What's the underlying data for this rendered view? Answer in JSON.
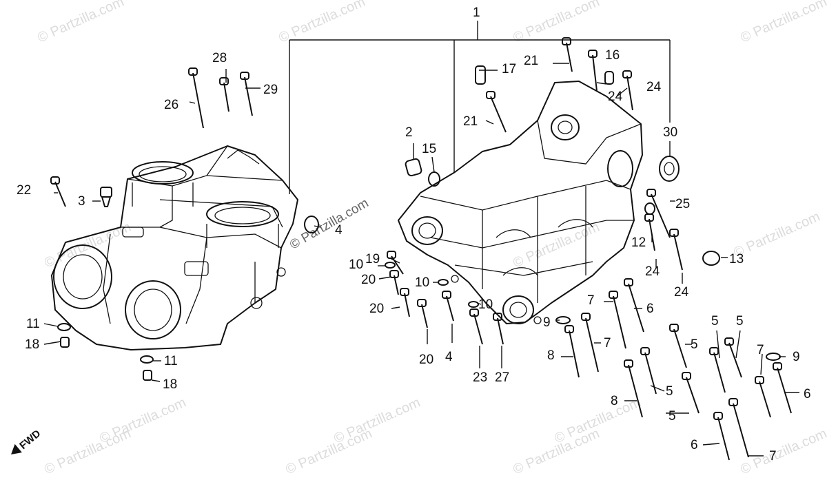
{
  "watermarks": {
    "text": "© Partzilla.com",
    "center_text": "© Partzilla.com"
  },
  "diagram": {
    "fwd_label": "FWD",
    "callouts": [
      "1",
      "2",
      "3",
      "4",
      "5",
      "6",
      "7",
      "8",
      "9",
      "10",
      "11",
      "12",
      "13",
      "15",
      "16",
      "17",
      "18",
      "19",
      "20",
      "21",
      "22",
      "23",
      "24",
      "25",
      "26",
      "27",
      "28",
      "29",
      "30"
    ]
  },
  "colors": {
    "line": "#111111",
    "watermark": "#dcdcdc",
    "background": "#ffffff"
  }
}
